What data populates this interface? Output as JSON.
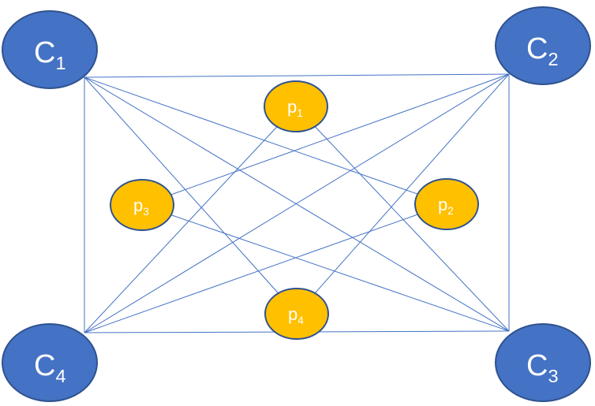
{
  "colors": {
    "client_fill": "#4472C4",
    "client_stroke": "#2F528F",
    "peer_fill": "#FFC000",
    "peer_stroke": "#2F528F",
    "edge": "#4472C4",
    "label_text": "#FFFFFF"
  },
  "nodes": [
    {
      "id": "c1",
      "kind": "client",
      "letter": "C",
      "subscript": "1"
    },
    {
      "id": "c2",
      "kind": "client",
      "letter": "C",
      "subscript": "2"
    },
    {
      "id": "c3",
      "kind": "client",
      "letter": "C",
      "subscript": "3"
    },
    {
      "id": "c4",
      "kind": "client",
      "letter": "C",
      "subscript": "4"
    },
    {
      "id": "p1",
      "kind": "peer",
      "letter": "p",
      "subscript": "1"
    },
    {
      "id": "p2",
      "kind": "peer",
      "letter": "p",
      "subscript": "2"
    },
    {
      "id": "p3",
      "kind": "peer",
      "letter": "p",
      "subscript": "3"
    },
    {
      "id": "p4",
      "kind": "peer",
      "letter": "p",
      "subscript": "4"
    }
  ],
  "edges": [
    [
      "c1",
      "c2"
    ],
    [
      "c1",
      "c3"
    ],
    [
      "c1",
      "c4"
    ],
    [
      "c1",
      "p2"
    ],
    [
      "c1",
      "p4"
    ],
    [
      "c2",
      "c3"
    ],
    [
      "c2",
      "c4"
    ],
    [
      "c2",
      "p3"
    ],
    [
      "c2",
      "p4"
    ],
    [
      "c3",
      "c4"
    ],
    [
      "c3",
      "p1"
    ],
    [
      "c3",
      "p3"
    ],
    [
      "c4",
      "p1"
    ],
    [
      "c4",
      "p2"
    ]
  ]
}
